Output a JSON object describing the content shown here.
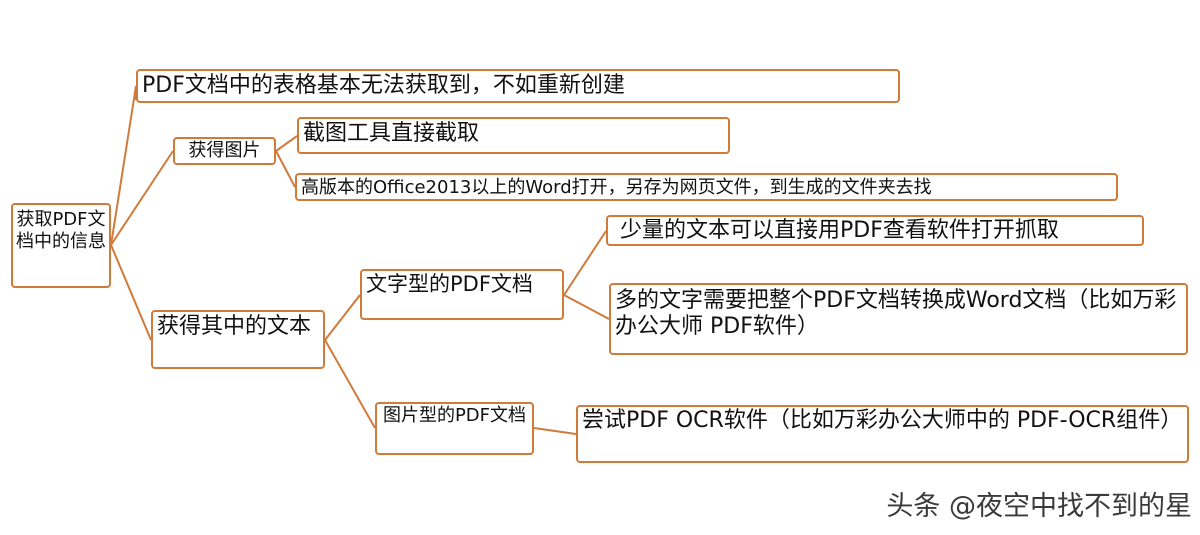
{
  "colors": {
    "line": "#d07b3c",
    "border": "#d07b3c",
    "text": "#111111"
  },
  "mindmap": {
    "root": {
      "text": "获取PDF文档中的信息"
    },
    "table_note": {
      "text": "PDF文档中的表格基本无法获取到，不如重新创建"
    },
    "images": {
      "label": "获得图片",
      "children": [
        "截图工具直接截取",
        "高版本的Office2013以上的Word打开，另存为网页文件，到生成的文件夹去找"
      ]
    },
    "text_extraction": {
      "label": "获得其中的文本",
      "text_pdf": {
        "label": "文字型的PDF文档",
        "children": [
          "少量的文本可以直接用PDF查看软件打开抓取",
          "多的文字需要把整个PDF文档转换成Word文档（比如万彩办公大师 PDF软件）"
        ]
      },
      "image_pdf": {
        "label": "图片型的PDF文档",
        "children": [
          "尝试PDF OCR软件（比如万彩办公大师中的 PDF-OCR组件）"
        ]
      }
    }
  },
  "watermark": "头条 @夜空中找不到的星"
}
